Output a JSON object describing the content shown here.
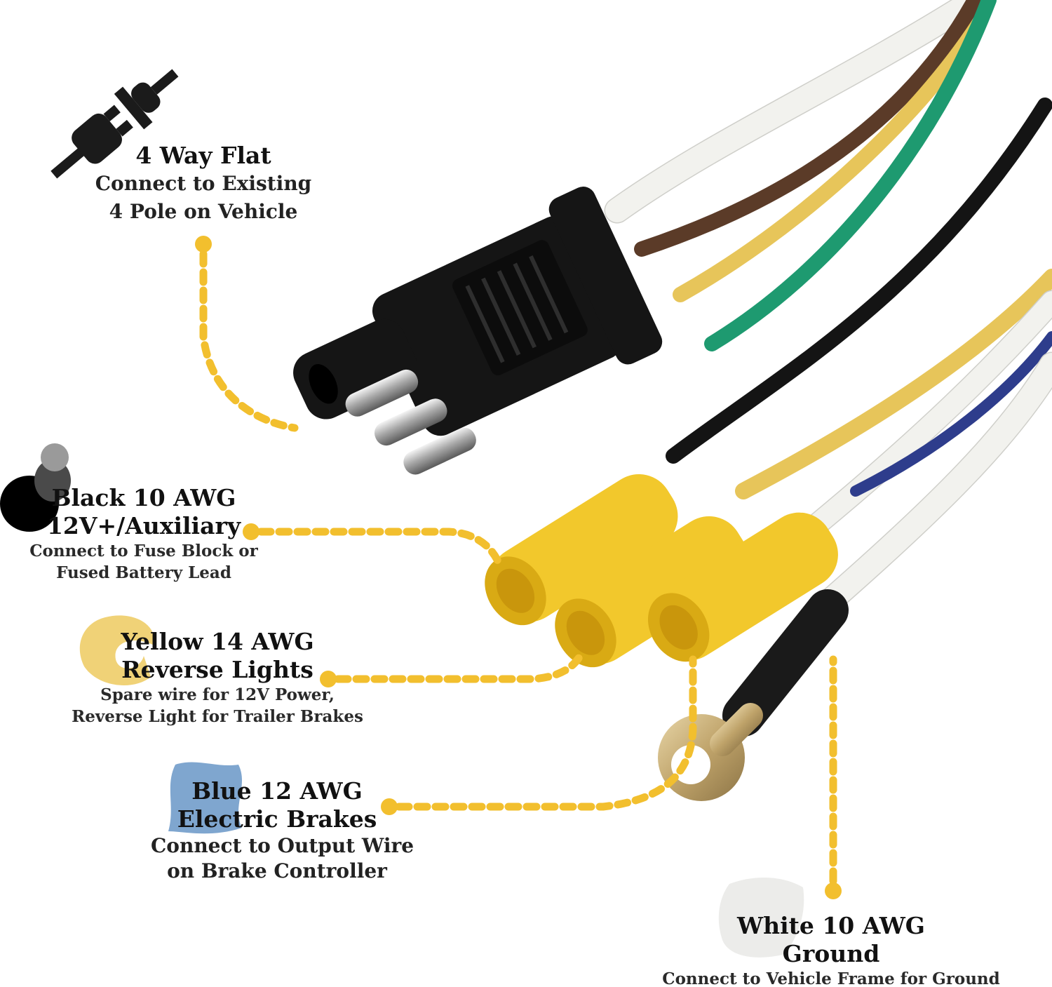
{
  "colors": {
    "accent_dot": "#F2BF2E",
    "black_wire": "#141414",
    "brown_wire": "#5B3B28",
    "green_wire": "#1E9A70",
    "yellow_wire": "#E7C55A",
    "white_wire": "#F2F2EE",
    "blue_wire": "#2E3D8C",
    "terminal_yellow": "#F2C82C",
    "connector": "#151515"
  },
  "icons": {
    "plug": "plug-icon",
    "black": "black-swatch-icon",
    "yellow": "yellow-swatch-icon",
    "blue": "blue-swatch-icon",
    "white": "white-swatch-icon"
  },
  "labels": {
    "flat4": {
      "title": "4 Way Flat",
      "line1": "Connect to Existing",
      "line2": "4 Pole on Vehicle"
    },
    "black": {
      "title1": "Black 10 AWG",
      "title2": "12V+/Auxiliary",
      "line1": "Connect to Fuse Block or",
      "line2": "Fused Battery Lead"
    },
    "yellow": {
      "title1": "Yellow 14 AWG",
      "title2": "Reverse Lights",
      "line1": "Spare wire for 12V Power,",
      "line2": "Reverse Light for Trailer Brakes"
    },
    "blue": {
      "title1": "Blue 12 AWG",
      "title2": "Electric Brakes",
      "line1": "Connect to Output Wire",
      "line2": "on Brake Controller"
    },
    "white": {
      "title1": "White 10 AWG",
      "title2": "Ground",
      "line1": "Connect to Vehicle Frame for Ground"
    }
  }
}
